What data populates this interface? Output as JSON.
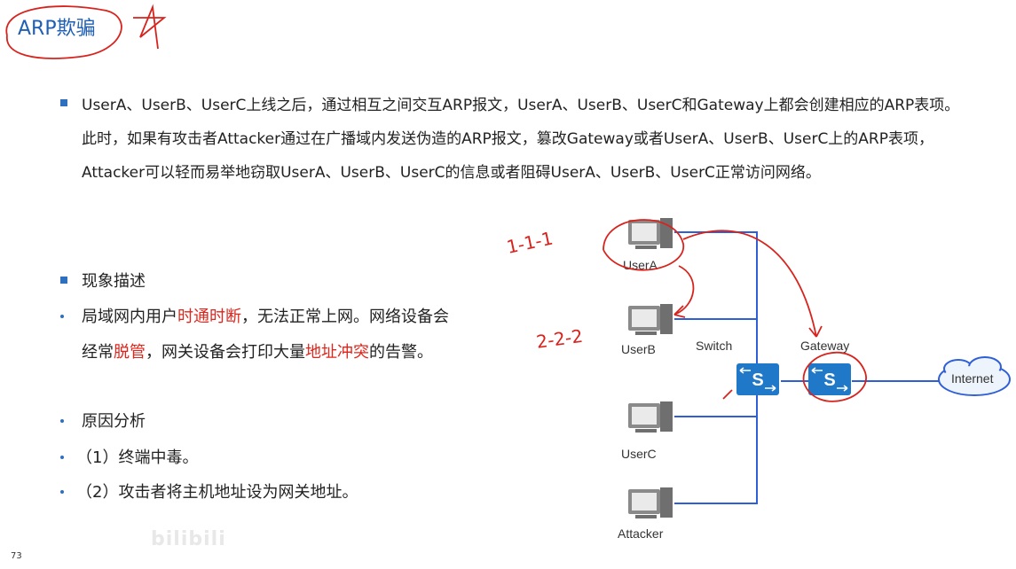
{
  "slide": {
    "title": "ARP欺骗",
    "page_number": "73",
    "watermark": "bilibili"
  },
  "intro": {
    "text": "UserA、UserB、UserC上线之后，通过相互之间交互ARP报文，UserA、UserB、UserC和Gateway上都会创建相应的ARP表项。此时，如果有攻击者Attacker通过在广播域内发送伪造的ARP报文，篡改Gateway或者UserA、UserB、UserC上的ARP表项，Attacker可以轻而易举地窃取UserA、UserB、UserC的信息或者阻碍UserA、UserB、UserC正常访问网络。"
  },
  "phenomenon": {
    "heading": "现象描述",
    "line1_a": "局域网内用户",
    "line1_red": "时通时断",
    "line1_b": "，无法正常上网。网络设备会",
    "line2_a": "经常",
    "line2_red1": "脱管",
    "line2_b": "，网关设备会打印大量",
    "line2_red2": "地址冲突",
    "line2_c": "的告警。"
  },
  "cause": {
    "heading": "原因分析",
    "items": [
      "（1）终端中毒。",
      "（2）攻击者将主机地址设为网关地址。"
    ]
  },
  "diagram": {
    "nodes": {
      "user_a": "UserA",
      "user_b": "UserB",
      "user_c": "UserC",
      "attacker": "Attacker",
      "switch": "Switch",
      "gateway": "Gateway",
      "internet": "Internet"
    },
    "annotations": {
      "note1": "1-1-1",
      "note2": "2-2-2"
    },
    "colors": {
      "link": "#2e5fd6",
      "device": "#1f78c8",
      "ink": "#d8231d"
    }
  }
}
